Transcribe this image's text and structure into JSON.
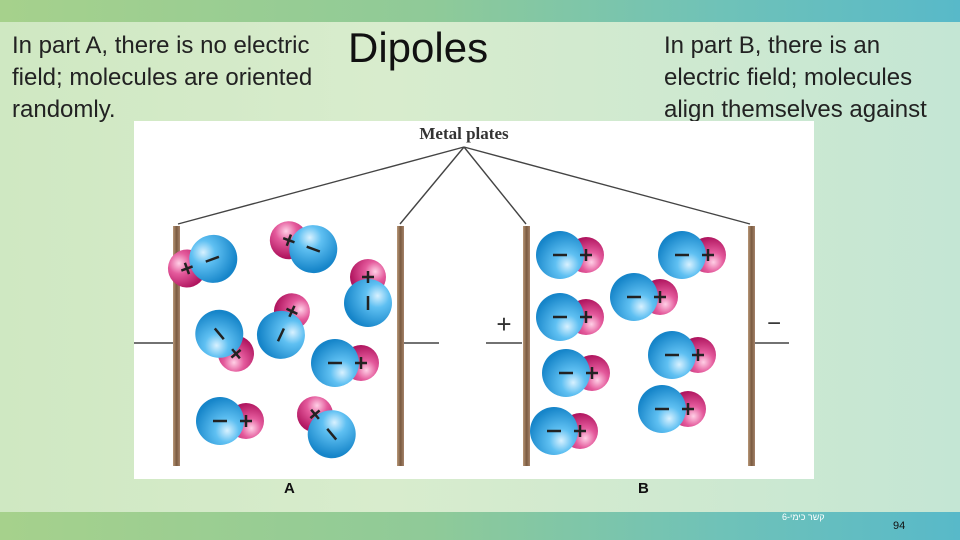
{
  "slide": {
    "title": "Dipoles",
    "left_text": "In part A, there is no electric field; molecules are oriented randomly.",
    "right_text": "In part B, there is an electric field; molecules align themselves against the field.",
    "figure": {
      "caption": "Metal plates",
      "plus_sign": "+",
      "minus_sign": "−",
      "label_a": "A",
      "label_b": "B"
    },
    "footer_text": "קשר כימי-6",
    "page_number": "94"
  },
  "colors": {
    "positive": "#d62f7f",
    "negative": "#2a9de0",
    "plate": "#8a6a4e"
  }
}
